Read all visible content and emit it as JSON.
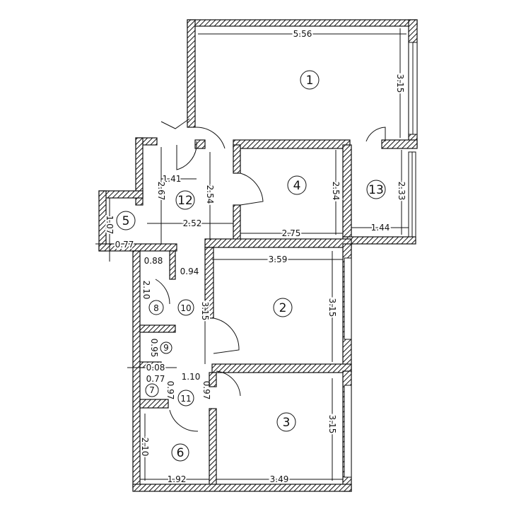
{
  "rooms": [
    {
      "id": "1",
      "label": "1"
    },
    {
      "id": "2",
      "label": "2"
    },
    {
      "id": "3",
      "label": "3"
    },
    {
      "id": "4",
      "label": "4"
    },
    {
      "id": "5",
      "label": "5"
    },
    {
      "id": "6",
      "label": "6"
    },
    {
      "id": "7",
      "label": "7"
    },
    {
      "id": "8",
      "label": "8"
    },
    {
      "id": "9",
      "label": "9"
    },
    {
      "id": "10",
      "label": "10"
    },
    {
      "id": "11",
      "label": "11"
    },
    {
      "id": "12",
      "label": "12"
    },
    {
      "id": "13",
      "label": "13"
    }
  ],
  "dimensions": {
    "r1_width": "5.56",
    "r1_height": "3.15",
    "r4_width": "2.75",
    "r4_height": "2.54",
    "r13_width": "1.44",
    "r13_height": "2.33",
    "r12_width": "2.52",
    "r12_top": "1.41",
    "r12_height": "2.67",
    "r12_height_right": "2.54",
    "r5_height": "1.07",
    "r5_width": "0.77",
    "r8_width": "0.88",
    "r8_height": "2.10",
    "r10_width": "0.94",
    "r10_height": "3.15",
    "r2_width": "3.59",
    "r2_height": "3.15",
    "r9_height": "0.95",
    "r9_width": "0.08",
    "r7_width": "0.77",
    "r7_height": "0.97",
    "r11_width": "1.10",
    "r11_height": "0.97",
    "r3_width": "3.49",
    "r3_height": "3.15",
    "r6_width": "1.92",
    "r6_height": "2.10"
  },
  "colors": {
    "ink": "#111111",
    "background": "#ffffff"
  }
}
